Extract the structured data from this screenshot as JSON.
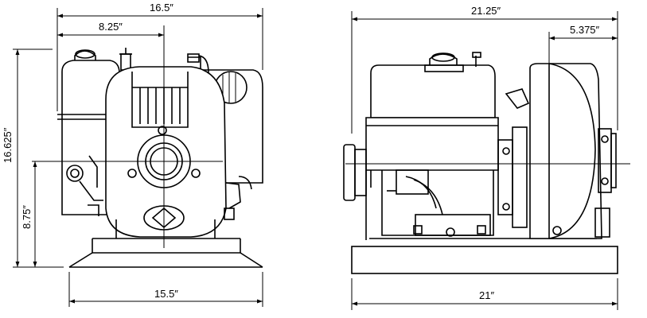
{
  "front_view": {
    "dim_overall_width": "16.5″",
    "dim_half_width": "8.25″",
    "dim_overall_height": "16.625″",
    "dim_center_height": "8.75″",
    "dim_base_width": "15.5″"
  },
  "side_view": {
    "dim_overall_length": "21.25″",
    "dim_offset": "5.375″",
    "dim_base_length": "21″"
  }
}
